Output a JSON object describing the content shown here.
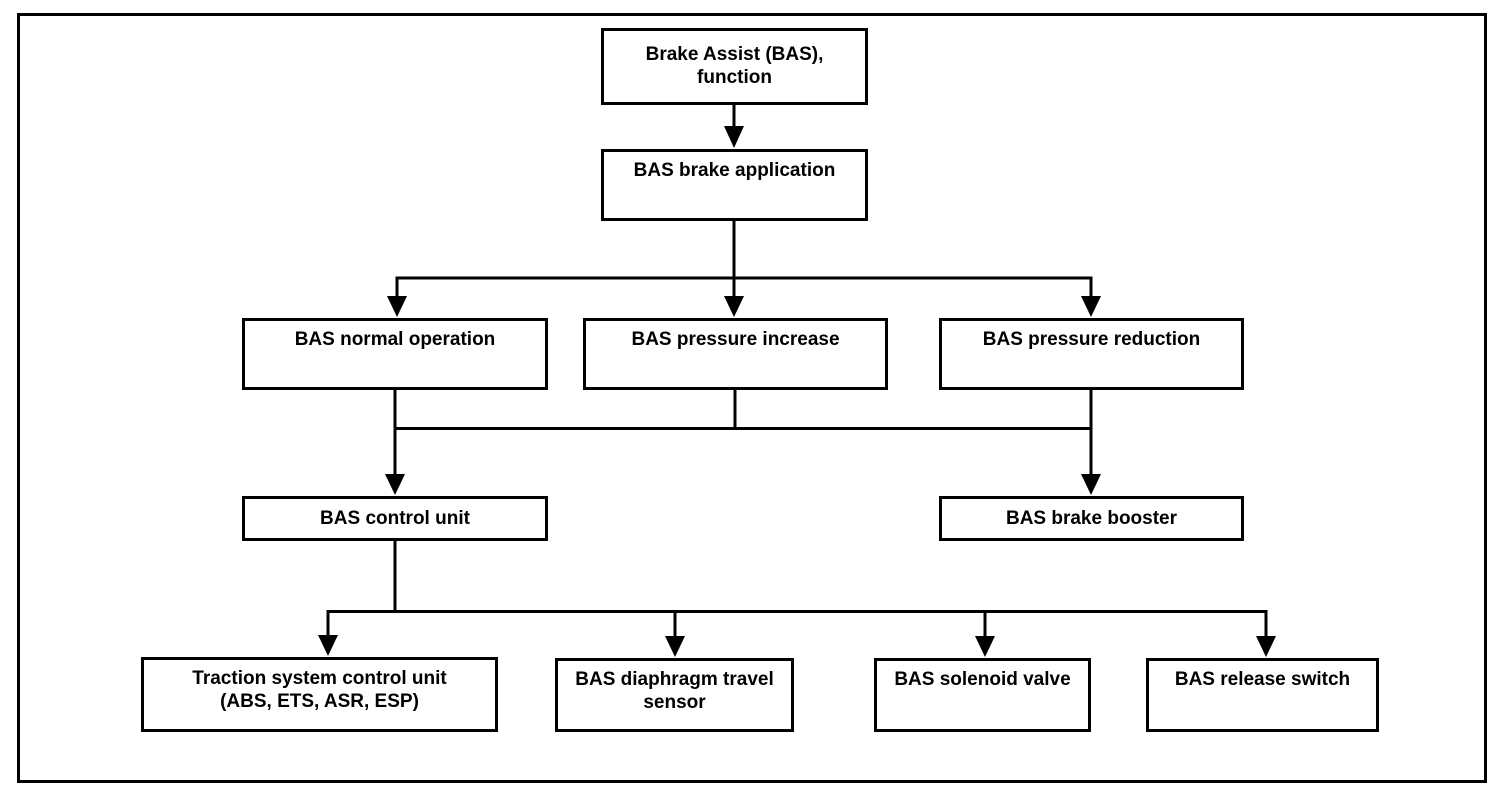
{
  "colors": {
    "background": "#ffffff",
    "box_fill": "#ffffff",
    "line": "#000000",
    "text": "#000000"
  },
  "diagram": {
    "nodes": {
      "function": {
        "label": "Brake Assist (BAS),\nfunction"
      },
      "brake_application": {
        "label": "BAS brake application"
      },
      "normal_operation": {
        "label": "BAS normal operation"
      },
      "pressure_increase": {
        "label": "BAS pressure increase"
      },
      "pressure_reduction": {
        "label": "BAS pressure reduction"
      },
      "control_unit": {
        "label": "BAS control unit"
      },
      "brake_booster": {
        "label": "BAS brake booster"
      },
      "traction_system_control_unit": {
        "label": "Traction system control unit\n(ABS, ETS, ASR, ESP)"
      },
      "diaphragm_travel_sensor": {
        "label": "BAS diaphragm travel\nsensor"
      },
      "solenoid_valve": {
        "label": "BAS solenoid valve"
      },
      "release_switch": {
        "label": "BAS release switch"
      }
    },
    "edges": [
      {
        "from": [
          "function"
        ],
        "to": [
          "brake_application"
        ]
      },
      {
        "from": [
          "brake_application"
        ],
        "to": [
          "normal_operation",
          "pressure_increase",
          "pressure_reduction"
        ]
      },
      {
        "from": [
          "normal_operation",
          "pressure_increase",
          "pressure_reduction"
        ],
        "to": [
          "control_unit",
          "brake_booster"
        ]
      },
      {
        "from": [
          "control_unit"
        ],
        "to": [
          "traction_system_control_unit",
          "diaphragm_travel_sensor",
          "solenoid_valve",
          "release_switch"
        ]
      }
    ]
  }
}
